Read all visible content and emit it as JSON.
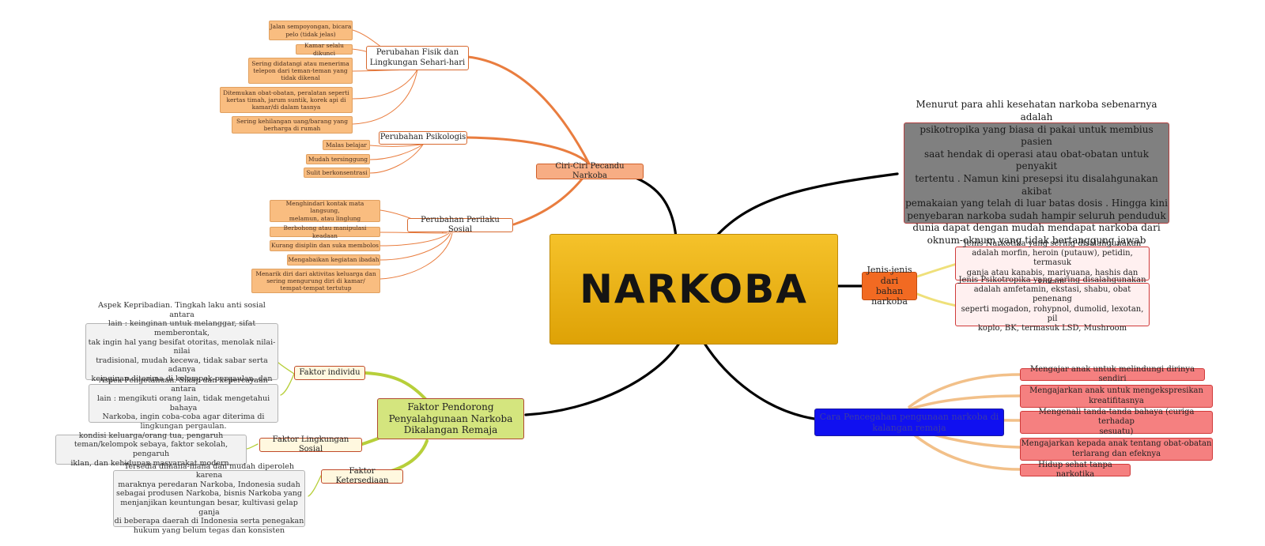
{
  "central": {
    "label": "NARKOBA"
  },
  "ciri": {
    "label": "Ciri-Ciri Pecandu Narkoba",
    "fisik": {
      "label": "Perubahan Fisik dan\nLingkungan Sehari-hari",
      "items": [
        "Jalan sempoyongan, bicara\npelo (tidak jelas)",
        "Kamar selalu dikunci",
        "Sering didatangi atau menerima\ntelepon dari teman-teman yang\ntidak dikenal",
        "Ditemukan obat-obatan, peralatan seperti\nkertas timah, jarum suntik,   korek api di\nkamar/di dalam tasnya",
        "Sering kehilangan uang/barang yang\nberharga di rumah"
      ]
    },
    "psikologis": {
      "label": "Perubahan Psikologis",
      "items": [
        "Malas belajar",
        "Mudah tersinggung",
        "Sulit berkonsentrasi"
      ]
    },
    "sosial": {
      "label": "Perubahan Perilaku Sosial",
      "items": [
        "Menghindari kontak mata langsung,\nmelamun, atau linglung",
        "Berbohong atau manipulasi keadaan",
        "Kurang disiplin dan suka membolos",
        "Mengabaikan kegiatan ibadah",
        "Menarik diri dari aktivitas keluarga dan\nsering mengurung diri di kamar/\ntempat-tempat tertutup"
      ]
    }
  },
  "definition": {
    "text": "Menurut para ahli kesehatan narkoba sebenarnya adalah\npsikotropika yang biasa di pakai untuk membius pasien\nsaat hendak di operasi atau obat-obatan untuk penyakit\ntertentu . Namun kini presepsi itu disalahgunakan akibat\npemakaian yang telah di luar batas dosis . Hingga kini\npenyebaran narkoba sudah hampir seluruh penduduk\ndunia dapat dengan mudah mendapat narkoba dari\noknum-oknum yang tidak bertanggung jawab"
  },
  "jenis": {
    "label": "Jenis-jenis dari\nbahan narkoba",
    "items": [
      "Jenis Narkotika yang sering disalahgunakan\nadalah morfin, heroin (putauw), petidin, termasuk\nganja atau kanabis, mariyuana, hashis dan kokain.",
      "Jenis Psikotropika yang sering disalahgunakan\nadalah amfetamin, ekstasi, shabu, obat penenang\nseperti mogadon, rohypnol, dumolid, lexotan, pil\nkoplo, BK, termasuk LSD, Mushroom"
    ]
  },
  "pendorong": {
    "label": "Faktor Pendorong\nPenyalahgunaan Narkoba\nDikalangan Remaja",
    "individu": {
      "label": "Faktor individu",
      "items": [
        "Aspek Kepribadian. Tingkah laku anti sosial antara\nlain : keinginan untuk melanggar, sifat  memberontak,\ntak ingin hal yang besifat otoritas, menolak nilai-nilai\ntradisional, mudah kecewa, tidak sabar serta adanya\nkeinginan diterima di kelompok pergaulan, dan untuk\nbergembira",
        "Aspek Pengetahuan. Sikap dan kepercayaan  antara\nlain : mengikuti orang lain, tidak mengetahui bahaya\nNarkoba, ingin  coba-coba agar diterima di\nlingkungan pergaulan."
      ]
    },
    "lingkungan": {
      "label": "Faktor Lingkungan Sosial",
      "item": "kondisi keluarga/orang tua, pengaruh\nteman/kelompok sebaya, faktor sekolah, pengaruh\niklan, dan kehidupan masyarakat modern."
    },
    "ketersediaan": {
      "label": "Faktor Ketersediaan",
      "item": "Tersedia dimana-mana dan mudah diperoleh karena\nmaraknya peredaran Narkoba, Indonesia sudah\nsebagai produsen Narkoba, bisnis Narkoba yang\nmenjanjikan keuntungan besar, kultivasi gelap ganja\ndi beberapa daerah di Indonesia serta penegakan\nhukum yang belum tegas dan konsisten"
    }
  },
  "pencegahan": {
    "label": "Cara Pencegahan pengunaan narkoba di\nkalangan remaja",
    "items": [
      "Mengajar anak untuk melindungi dirinya sendiri",
      "Mengajarkan anak untuk mengekspresikan\nkreatifitasnya",
      "Mengenali tanda-tanda bahaya (curiga terhadap\nsesuatu)",
      "Mengajarkan kepada anak tentang obat-obatan\nterlarang dan efeknya",
      "Hidup sehat tanpa narkotika"
    ]
  },
  "colors": {
    "central_top": "#f5c22a",
    "central_bottom": "#dea206",
    "branch_orange": "#e97d3f",
    "branch_green": "#b7cf3a",
    "branch_yellow": "#efe07a",
    "branch_peach": "#f2c089",
    "link_black": "#000000",
    "info_gray": "#808080",
    "pencegahan_blue": "#1010f0"
  }
}
